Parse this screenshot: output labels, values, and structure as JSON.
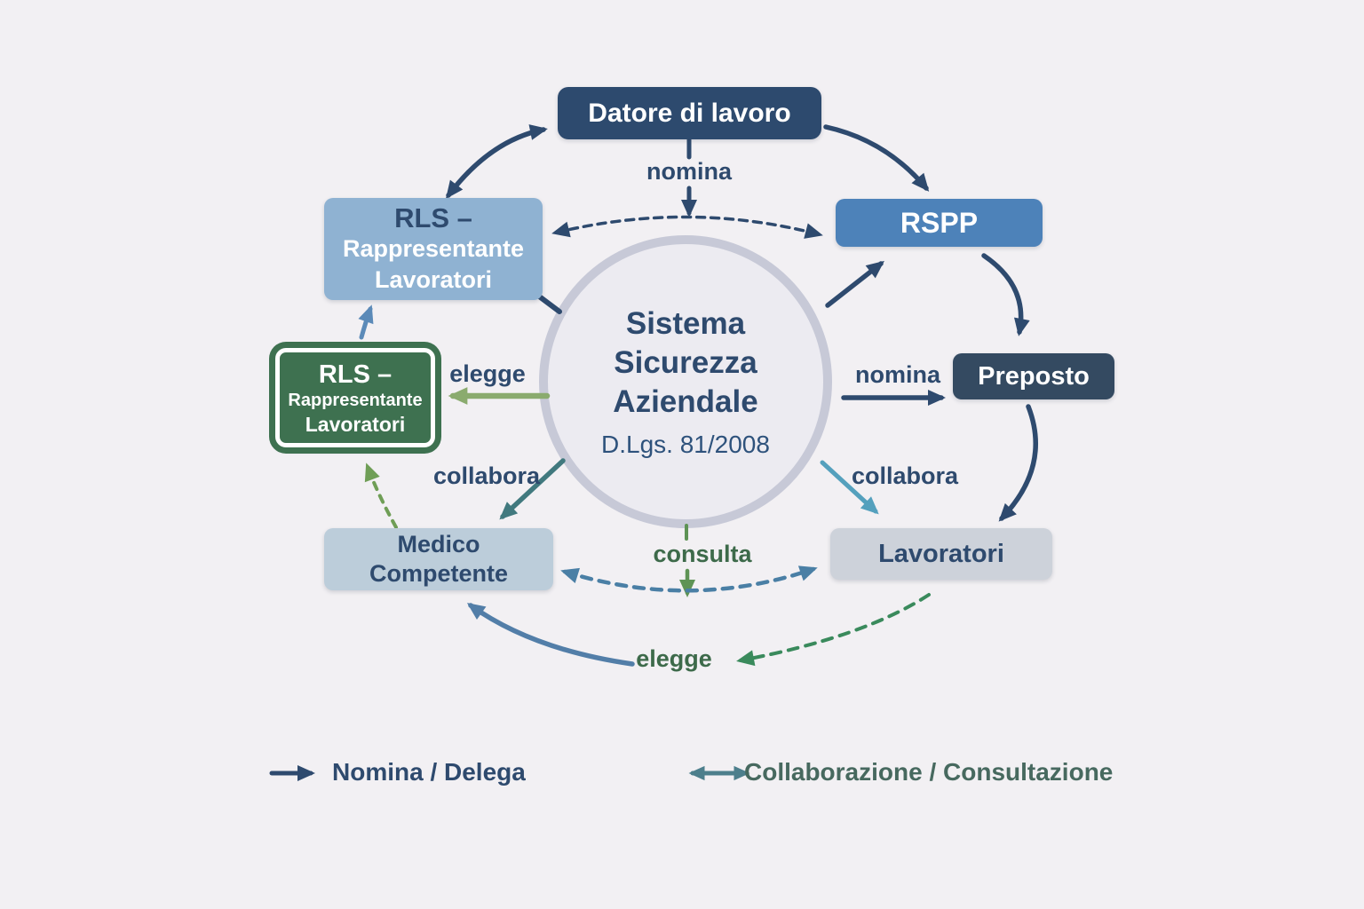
{
  "center": {
    "title_line1": "Sistema",
    "title_line2": "Sicurezza",
    "title_line3": "Aziendale",
    "subtitle": "D.Lgs. 81/2008"
  },
  "nodes": {
    "datore": {
      "label": "Datore di lavoro"
    },
    "rls_top": {
      "line1": "RLS –",
      "line2": "Rappresentante",
      "line3": "Lavoratori"
    },
    "rspp": {
      "label": "RSPP"
    },
    "rls_green": {
      "line1": "RLS –",
      "line2": "Rappresentante",
      "line3": "Lavoratori"
    },
    "preposto": {
      "label": "Preposto"
    },
    "medico": {
      "line1": "Medico",
      "line2": "Competente"
    },
    "lavoratori": {
      "label": "Lavoratori"
    }
  },
  "edge_labels": {
    "nomina_top": "nomina",
    "elegge_left": "elegge",
    "nomina_right": "nomina",
    "collabora_left": "collabora",
    "collabora_right": "collabora",
    "consulta": "consulta",
    "elegge_bottom": "elegge"
  },
  "legend": {
    "nomina_delega": "Nomina / Delega",
    "collaborazione_consultazione": "Collaborazione / Consultazione"
  },
  "colors": {
    "background": "#f2f0f3",
    "navy": "#2e4a6e",
    "steel_blue": "#527ea8",
    "link_blue": "#5b8ab8",
    "teal": "#41797e",
    "cyan": "#54a0bd",
    "sage_green": "#8aab6e",
    "green_arrow": "#5e9355",
    "green_dashed": "#6f9e56",
    "dashed_blue": "#4a7fa5",
    "emerald": "#3a8a5c",
    "legend_teal": "#4d7f8c",
    "legend_green_text": "#47695f",
    "dark_green_text": "#3d6a4a",
    "box_datore_bg": "#2d4a6e",
    "box_rspp_bg": "#4d82b9",
    "box_preposto_bg": "#344a61",
    "box_rls_blue_bg": "#8fb2d2",
    "box_rls_green_bg": "#3e7150",
    "box_medico_bg": "#bccdda",
    "box_lavoratori_bg": "#cdd2da",
    "circle_fill": "#ecebf1",
    "circle_ring": "#c7c9d7"
  }
}
